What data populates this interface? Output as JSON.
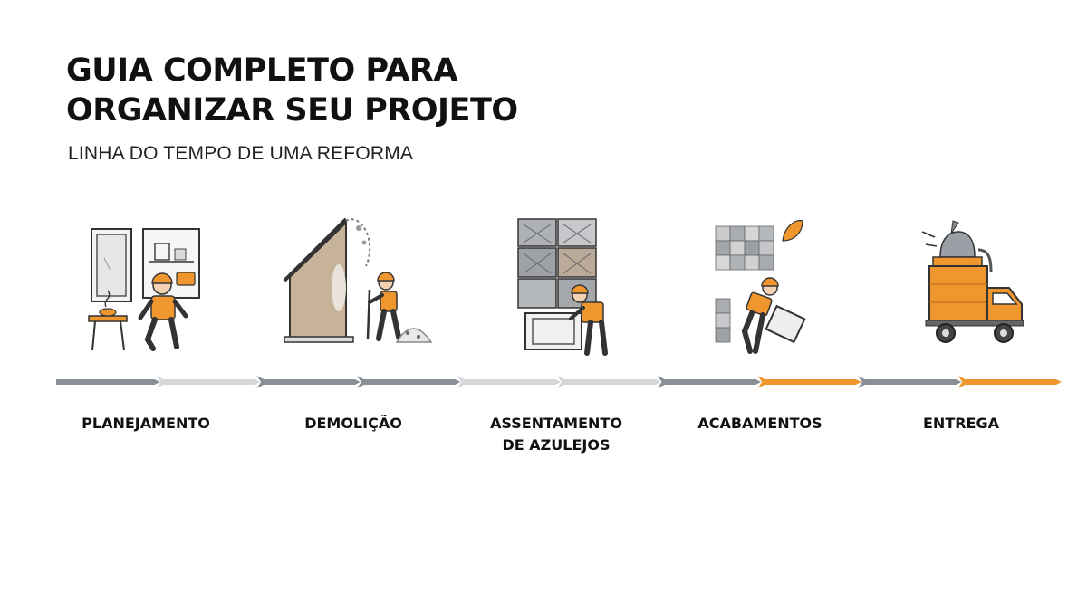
{
  "header": {
    "title_lines": [
      "GUIA COMPLETO PARA",
      "ORGANIZAR SEU PROJETO"
    ],
    "subtitle": "LINHA DO TEMPO DE UMA REFORMA"
  },
  "colors": {
    "accent": "#F0962E",
    "dark_gray": "#8A8F95",
    "light_gray": "#D4D6D9",
    "ink": "#222222",
    "wall_tan": "#C7B39A"
  },
  "stages": [
    {
      "id": "planejamento",
      "label_lines": [
        "PLANEJAMENTO"
      ],
      "icon": "planning-worker-icon"
    },
    {
      "id": "demolicao",
      "label_lines": [
        "DEMOLIÇÃO"
      ],
      "icon": "demolition-worker-icon"
    },
    {
      "id": "azulejos",
      "label_lines": [
        "ASSENTAMENTO",
        "DE AZULEJOS"
      ],
      "icon": "tiling-worker-icon"
    },
    {
      "id": "acabamentos",
      "label_lines": [
        "ACABAMENTOS"
      ],
      "icon": "finishing-worker-icon"
    },
    {
      "id": "entrega",
      "label_lines": [
        "ENTREGA"
      ],
      "icon": "delivery-truck-icon"
    }
  ]
}
